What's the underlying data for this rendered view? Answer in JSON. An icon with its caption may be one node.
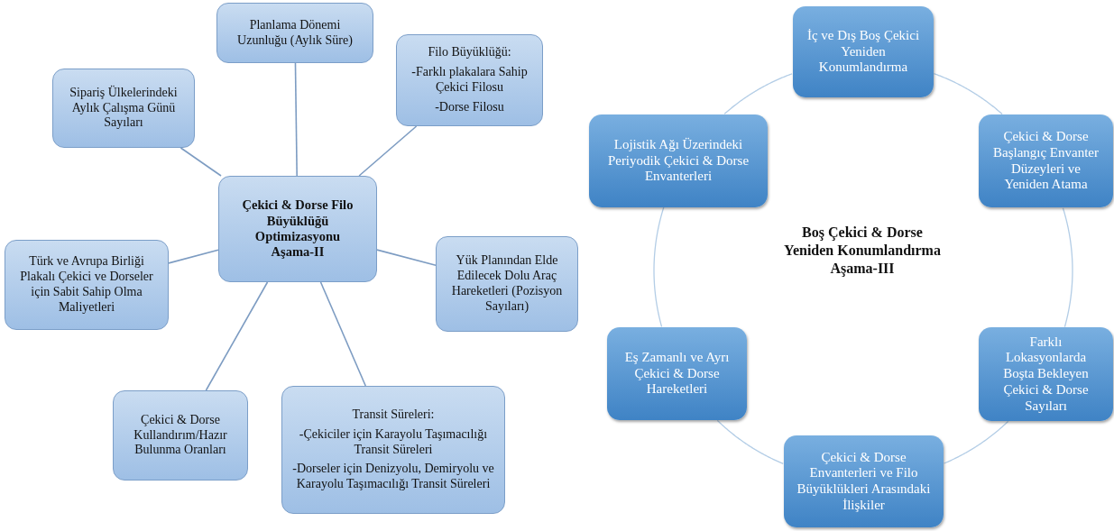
{
  "diagram": {
    "nodes": [
      {
        "text": [
          "Çekici & Dorse Filo Büyüklüğü Optimizasyonu Aşama-II"
        ]
      },
      {
        "text": [
          "Planlama Dönemi Uzunluğu (Aylık Süre)"
        ]
      },
      {
        "text": [
          "Filo Büyüklüğü:",
          "-Farklı plakalara Sahip Çekici Filosu",
          "-Dorse Filosu"
        ]
      },
      {
        "text": [
          "Sipariş Ülkelerindeki Aylık Çalışma Günü Sayıları"
        ]
      },
      {
        "text": [
          "Türk ve Avrupa Birliği Plakalı Çekici ve Dorseler için Sabit Sahip Olma Maliyetleri"
        ]
      },
      {
        "text": [
          "Yük Planından Elde Edilecek Dolu Araç Hareketleri (Pozisyon Sayıları)"
        ]
      },
      {
        "text": [
          "Çekici & Dorse Kullandırım/Hazır Bulunma Oranları"
        ]
      },
      {
        "text": [
          "Transit Süreleri:",
          "-Çekiciler için Karayolu Taşımacılığı Transit Süreleri",
          "-Dorseler için Denizyolu, Demiryolu ve Karayolu Taşımacılığı Transit Süreleri"
        ]
      },
      {
        "text": [
          "İç ve Dış Boş Çekici Yeniden Konumlandırma"
        ]
      },
      {
        "text": [
          "Çekici & Dorse Başlangıç Envanter Düzeyleri ve Yeniden Atama"
        ]
      },
      {
        "text": [
          "Farklı Lokasyonlarda Boşta Bekleyen Çekici & Dorse Sayıları"
        ]
      },
      {
        "text": [
          "Çekici & Dorse Envanterleri ve Filo Büyüklükleri Arasındaki İlişkiler"
        ]
      },
      {
        "text": [
          "Eş Zamanlı ve Ayrı Çekici & Dorse Hareketleri"
        ]
      },
      {
        "text": [
          "Lojistik Ağı Üzerindeki Periyodik Çekici & Dorse Envanterleri"
        ]
      }
    ],
    "edges": [
      {
        "from": 0,
        "to": 1,
        "arrow": "none"
      },
      {
        "from": 0,
        "to": 2,
        "arrow": "none"
      },
      {
        "from": 0,
        "to": 3,
        "arrow": "none"
      },
      {
        "from": 0,
        "to": 4,
        "arrow": "none"
      },
      {
        "from": 0,
        "to": 5,
        "arrow": "none"
      },
      {
        "from": 0,
        "to": 6,
        "arrow": "none"
      },
      {
        "from": 0,
        "to": 7,
        "arrow": "none"
      },
      {
        "from": 8,
        "to": 9,
        "arrow": "none",
        "color": "#b3cde6"
      },
      {
        "from": 9,
        "to": 10,
        "arrow": "none",
        "color": "#b3cde6"
      },
      {
        "from": 10,
        "to": 11,
        "arrow": "none",
        "color": "#b3cde6"
      },
      {
        "from": 11,
        "to": 12,
        "arrow": "none",
        "color": "#b3cde6"
      },
      {
        "from": 12,
        "to": 13,
        "arrow": "none",
        "color": "#b3cde6"
      },
      {
        "from": 13,
        "to": 8,
        "arrow": "none",
        "color": "#b3cde6"
      }
    ],
    "labels": [
      "Boş Çekici & Dorse Yeniden Konumlandırma Aşama-III"
    ]
  }
}
